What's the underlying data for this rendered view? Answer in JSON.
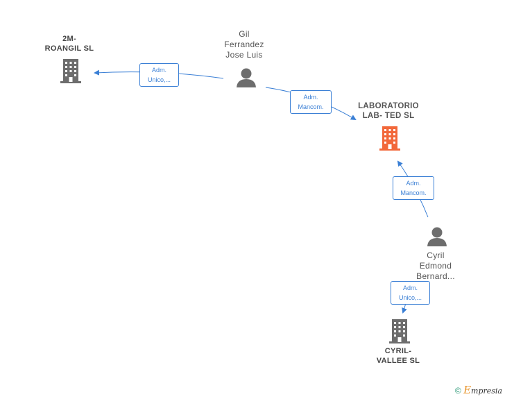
{
  "nodes": {
    "company_2m": {
      "line1": "2M-",
      "line2": "ROANGIL  SL"
    },
    "person_gil": {
      "line1": "Gil",
      "line2": "Ferrandez",
      "line3": "Jose Luis"
    },
    "company_lab": {
      "line1": "LABORATORIO",
      "line2": "LAB- TED  SL"
    },
    "person_cyril": {
      "line1": "Cyril",
      "line2": "Edmond",
      "line3": "Bernard..."
    },
    "company_cyril": {
      "line1": "CYRIL-",
      "line2": "VALLEE  SL"
    }
  },
  "edges": {
    "gil_to_2m": {
      "line1": "Adm.",
      "line2": "Unico,..."
    },
    "gil_to_lab": {
      "line1": "Adm.",
      "line2": "Mancom."
    },
    "cyril_to_lab": {
      "line1": "Adm.",
      "line2": "Mancom."
    },
    "cyril_to_cyrilsl": {
      "line1": "Adm.",
      "line2": "Unico,..."
    }
  },
  "colors": {
    "edge": "#3a7fd5",
    "company_icon": "#6d6d6d",
    "focus_company_icon": "#f2683a",
    "person_icon": "#6d6d6d"
  },
  "branding": {
    "copyright": "©",
    "name_initial": "E",
    "name_rest": "mpresia"
  }
}
